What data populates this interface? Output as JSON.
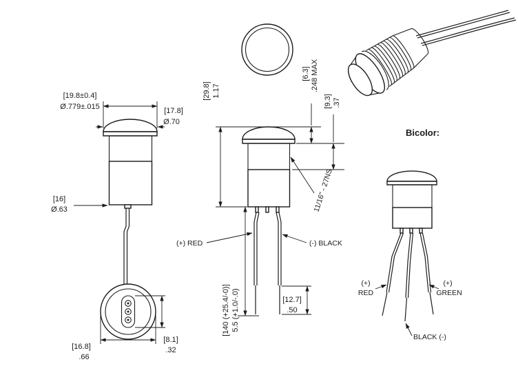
{
  "colors": {
    "ink": "#1b1b1b",
    "background": "#ffffff"
  },
  "drawing": {
    "side_view": {
      "cap_od_mm": "[19.8±0.4]",
      "cap_od_in": "Ø.779±.015",
      "dome_od_mm": "[17.8]",
      "dome_od_in": "Ø.70",
      "body_od_mm": "[16]",
      "body_od_in": "Ø.63"
    },
    "bottom_view": {
      "face_od_mm": "[16.8]",
      "face_od_in": ".66",
      "terminal_span_mm": "[8.1]",
      "terminal_span_in": ".32"
    },
    "front_view": {
      "height_mm": "[29.8]",
      "height_in": "1.17",
      "cap_height_mm": "[6.3]",
      "cap_height_in": ".248 MAX",
      "bushing_mm": "[9.3]",
      "bushing_in": ".37",
      "thread_spec": "11/16\" - 27NS",
      "lead_positive": "(+) RED",
      "lead_negative": "(-) BLACK",
      "lead_length_mm": "[140 (+25.4/-0)]",
      "lead_length_in": "5.5 (+1.0/-.0)",
      "strip_length_mm": "[12.7]",
      "strip_length_in": ".50"
    },
    "bicolor": {
      "heading": "Bicolor:",
      "red_sign": "(+)",
      "red_label": "RED",
      "green_sign": "(+)",
      "green_label": "GREEN",
      "black_label": "BLACK (-)"
    }
  }
}
